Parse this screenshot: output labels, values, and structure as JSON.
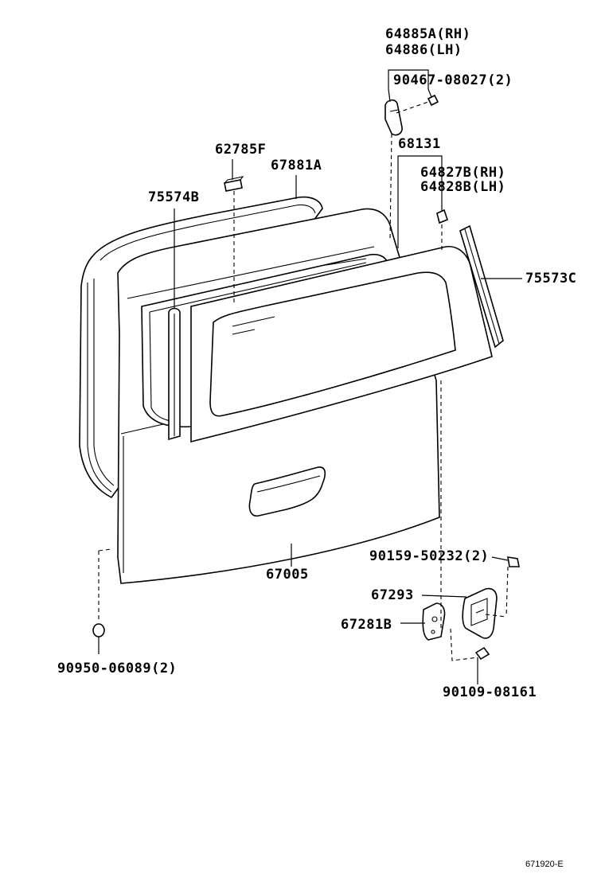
{
  "labels": {
    "p64885a": "64885A(RH)",
    "p64886": "64886(LH)",
    "p90467": "90467-08027(2)",
    "p68131": "68131",
    "p64827b": "64827B(RH)",
    "p64828b": "64828B(LH)",
    "p62785f": "62785F",
    "p67881a": "67881A",
    "p75574b": "75574B",
    "p75573c": "75573C",
    "p90159": "90159-50232(2)",
    "p67005": "67005",
    "p67293": "67293",
    "p67281b": "67281B",
    "p90950": "90950-06089(2)",
    "p90109": "90109-08161"
  },
  "figure_code": "671920-E"
}
